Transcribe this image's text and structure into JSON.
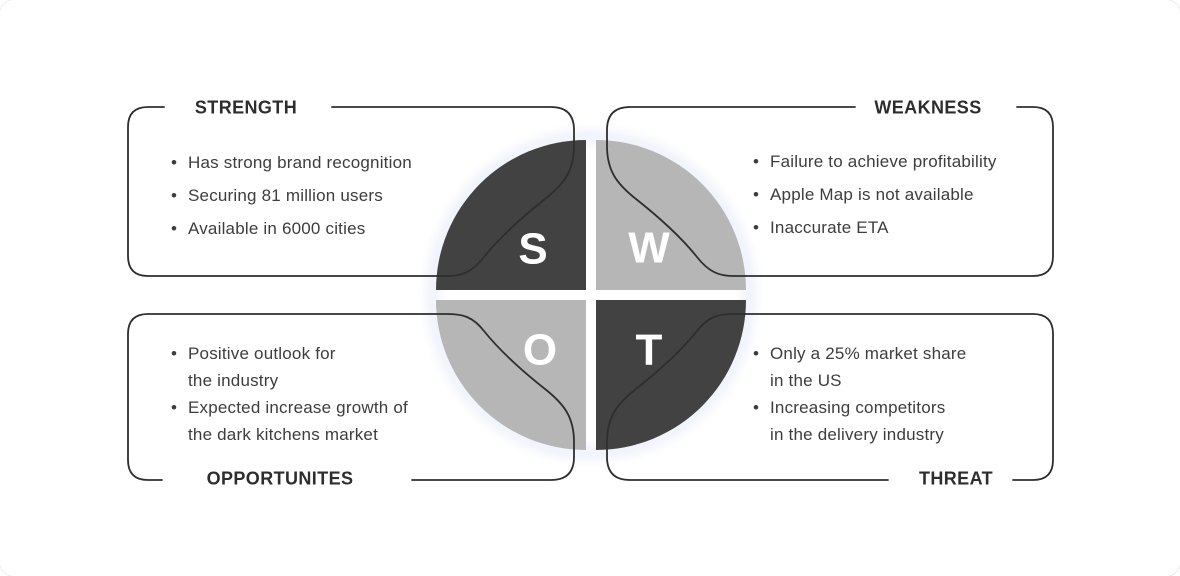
{
  "colors": {
    "dark": "#424242",
    "light": "#b6b6b6",
    "stroke": "#2e2e2e",
    "halo": "#eef2fb",
    "letter": "#ffffff"
  },
  "quadrants": {
    "strength": {
      "title": "STRENGTH",
      "letter": "S",
      "items": [
        "Has strong brand recognition",
        "Securing 81 million users",
        "Available in 6000 cities"
      ]
    },
    "weakness": {
      "title": "WEAKNESS",
      "letter": "W",
      "items": [
        "Failure to achieve profitability",
        "Apple Map is not available",
        "Inaccurate ETA"
      ]
    },
    "opportunities": {
      "title": "OPPORTUNITES",
      "letter": "O",
      "items": [
        "Positive outlook for\nthe industry",
        "Expected increase growth of\nthe dark kitchens market"
      ]
    },
    "threat": {
      "title": "THREAT",
      "letter": "T",
      "items": [
        "Only a 25% market share\nin the US",
        "Increasing competitors\nin the delivery industry"
      ]
    }
  }
}
